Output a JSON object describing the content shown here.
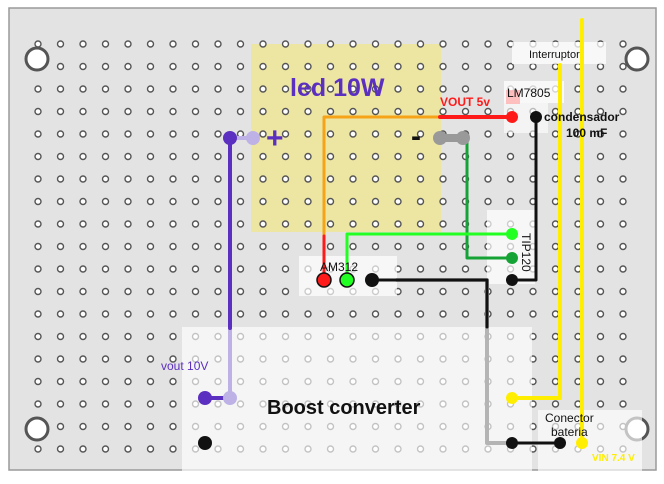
{
  "colors": {
    "board": "#e3e3e3",
    "frame": "#9a9a9a",
    "hole": "#ffffff",
    "hole_ring": "#555555",
    "led_area": "#f0e68c",
    "purple": "#5b2fc0",
    "lavender": "#bdb1e6",
    "orange": "#f7a318",
    "red": "#ff1a1a",
    "green": "#16a335",
    "lime": "#22ff22",
    "yellow": "#ffee00",
    "black": "#111111",
    "grey": "#b4b4b4"
  },
  "labels": {
    "led": "led 10W",
    "plus": "+",
    "minus": "-",
    "vout5": "VOUT 5v",
    "lm7805": "LM7805",
    "condensador": "condensador",
    "capacitance": "100 mF",
    "interruptor": "Interruptor",
    "tip120": "TIP120",
    "am312": "AM312",
    "vout10": "vout 10V",
    "boost": "Boost converter",
    "conector": "Conector",
    "bateria": "bateria",
    "vin": "VIN 7.4 V"
  }
}
